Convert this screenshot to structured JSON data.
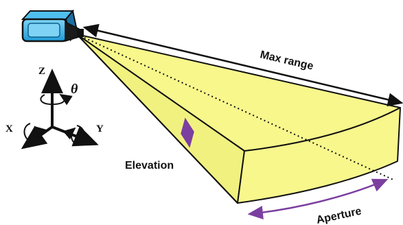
{
  "labels": {
    "max_range": "Max range",
    "elevation": "Elevation",
    "aperture": "Aperture"
  },
  "axes": {
    "z": "Z",
    "x": "X",
    "y": "Y",
    "theta": "θ"
  },
  "colors": {
    "beam_fill": "#f7f78c",
    "outline": "#111111",
    "accent": "#7b3fa0",
    "sensor_body": "#1e9bd7",
    "sensor_light": "#7fd4f5",
    "sensor_dark": "#1a1a1a"
  }
}
